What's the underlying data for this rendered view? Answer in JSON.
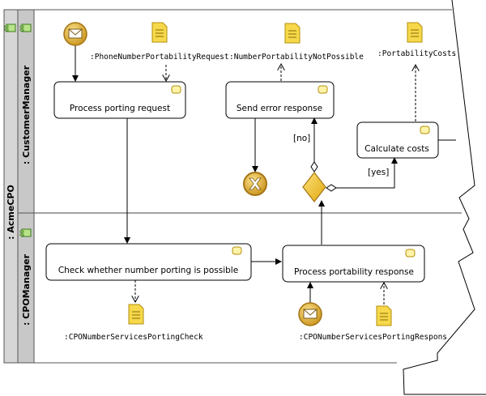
{
  "pool": {
    "label": ": AcmeCPO"
  },
  "lanes": [
    {
      "id": "customer-manager",
      "label": ": CustomerManager"
    },
    {
      "id": "cpo-manager",
      "label": ": CPOManager"
    }
  ],
  "tasks": {
    "process_porting_request": "Process porting request",
    "send_error_response": "Send error response",
    "calculate_costs": "Calculate costs",
    "check_number_porting": "Check whether number porting is possible",
    "process_portability_response": "Process portability response"
  },
  "data_objects": {
    "phone_number_portability_request": ":PhoneNumberPortabilityRequest",
    "number_portability_not_possible": ":NumberPortabilityNotPossible",
    "portability_costs": ":PortabilityCosts",
    "cpo_number_services_porting_check": ":CPONumberServicesPortingCheck",
    "cpo_number_services_porting_response": ":CPONumberServicesPortingRespons"
  },
  "flow_labels": {
    "no": "[no]",
    "yes": "[yes]"
  },
  "colors": {
    "lane_header": "#d4d4d4",
    "event_gold": "#d9a520",
    "gateway_gold": "#f1c40f",
    "document_yellow": "#f6d84a",
    "task_icon": "#fff3a8"
  }
}
